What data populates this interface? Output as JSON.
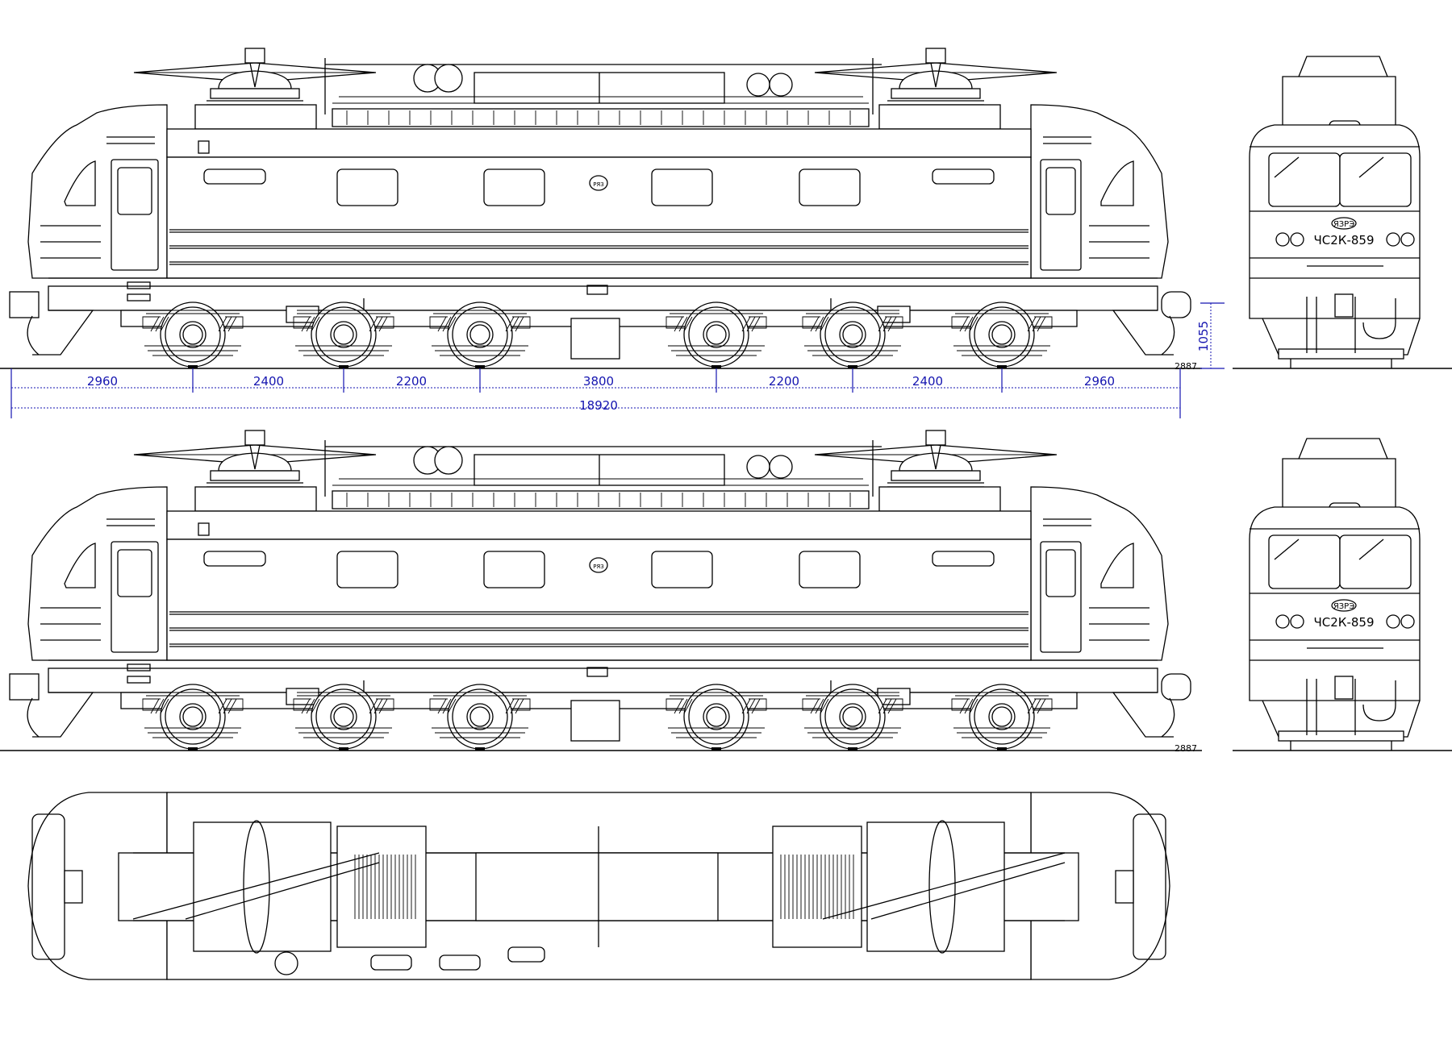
{
  "drawing": {
    "locomotive_number": "ЧС2К-859",
    "front_logo": "ЯЗРЭ",
    "side_logo": "РЯЗ",
    "rail_mark": "2887",
    "dimension_color": "#1515b0",
    "dimensions": {
      "segments": [
        "2960",
        "2400",
        "2200",
        "3800",
        "2200",
        "2400",
        "2960"
      ],
      "total_length": "18920",
      "buffer_height": "1055"
    }
  }
}
